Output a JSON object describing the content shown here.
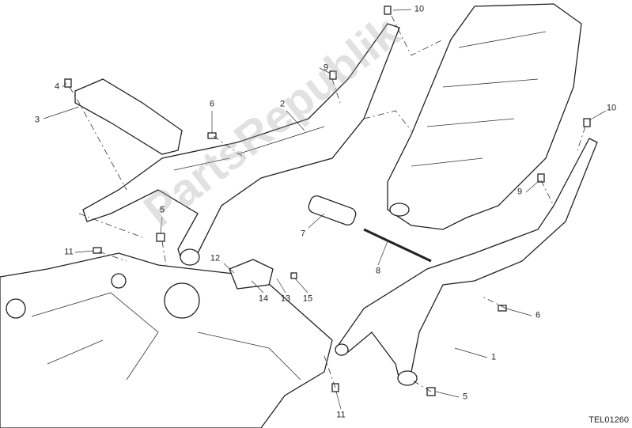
{
  "diagram": {
    "callouts": [
      "10",
      "9",
      "4",
      "3",
      "6",
      "2",
      "10",
      "9",
      "5",
      "11",
      "12",
      "7",
      "8",
      "14",
      "13",
      "15",
      "6",
      "1",
      "5",
      "11"
    ],
    "drawing_code": "TEL01260",
    "watermark": "PartsRepublik"
  }
}
